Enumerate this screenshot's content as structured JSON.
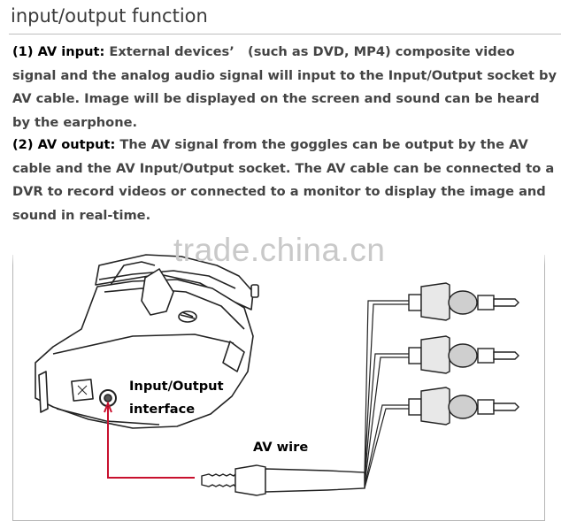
{
  "heading": "input/output function",
  "av_input": {
    "label": "(1) AV input:",
    "text": " External devices’   (such as DVD, MP4) composite video signal and the analog audio signal will input to the Input/Output socket by AV cable. Image will be displayed on the screen and sound can be heard by the earphone."
  },
  "av_output": {
    "label": "(2) AV output:",
    "text": " The AV signal from the goggles can be output by the AV cable and the AV Input/Output socket. The AV cable can be connected to a DVR to record videos or connected to a monitor to display the image and sound in real-time."
  },
  "watermark": "trade.china.cn",
  "diagram": {
    "socket_label_line1": "Input/Output",
    "socket_label_line2": "interface",
    "wire_label": "AV wire",
    "arrow_color": "#c8102e"
  }
}
